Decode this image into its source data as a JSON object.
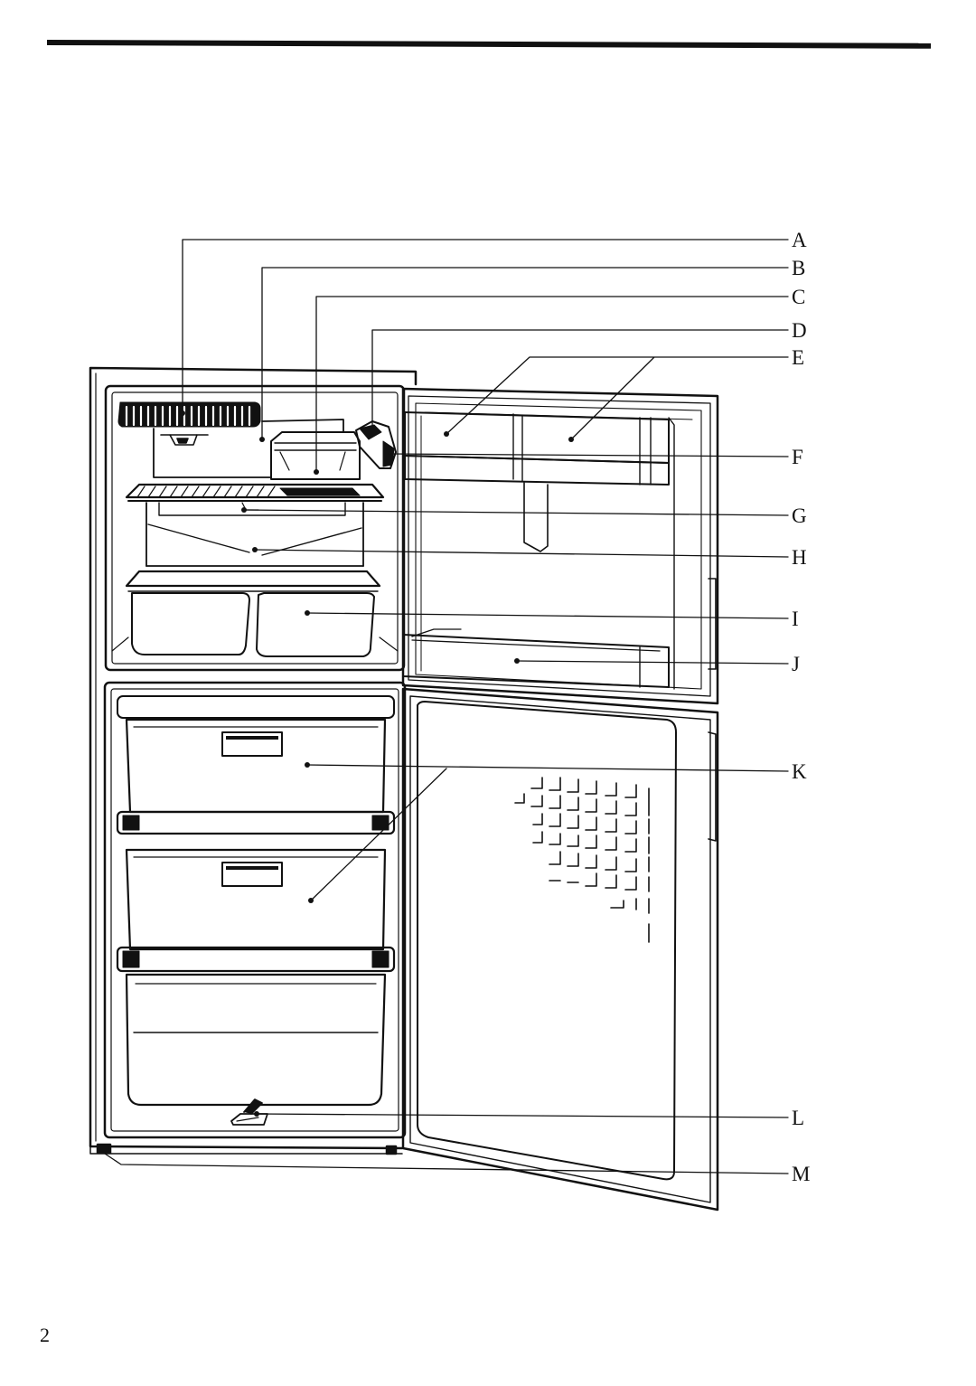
{
  "callouts": [
    {
      "id": "A",
      "label": "A"
    },
    {
      "id": "B",
      "label": "B"
    },
    {
      "id": "C",
      "label": "C"
    },
    {
      "id": "D",
      "label": "D"
    },
    {
      "id": "E",
      "label": "E"
    },
    {
      "id": "F",
      "label": "F"
    },
    {
      "id": "G",
      "label": "G"
    },
    {
      "id": "H",
      "label": "H"
    },
    {
      "id": "I",
      "label": "I"
    },
    {
      "id": "J",
      "label": "J"
    },
    {
      "id": "K",
      "label": "K"
    },
    {
      "id": "L",
      "label": "L"
    },
    {
      "id": "M",
      "label": "M"
    }
  ],
  "page_number": "2"
}
